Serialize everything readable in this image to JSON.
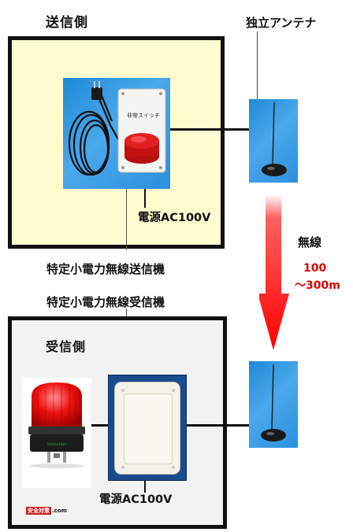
{
  "transmitter": {
    "title": "送信側",
    "switch_label": "非常スイッチ",
    "power_label": "電源AC100V",
    "device_name": "特定小電力無線送信機"
  },
  "antenna_title": "独立アンテナ",
  "wireless": {
    "label": "無線",
    "range_line1": "100",
    "range_line2": "～300m",
    "range_color": "#e00000",
    "arrow_color": "#ff1010"
  },
  "receiver": {
    "title": "受信側",
    "device_name": "特定小電力無線受信機",
    "power_label": "電源AC100V"
  },
  "watermark": {
    "badge": "安全対策",
    "suffix": ".com"
  },
  "colors": {
    "tx_bg": "#fffdd0",
    "rx_bg": "#f2f2f2",
    "border": "#111111"
  }
}
